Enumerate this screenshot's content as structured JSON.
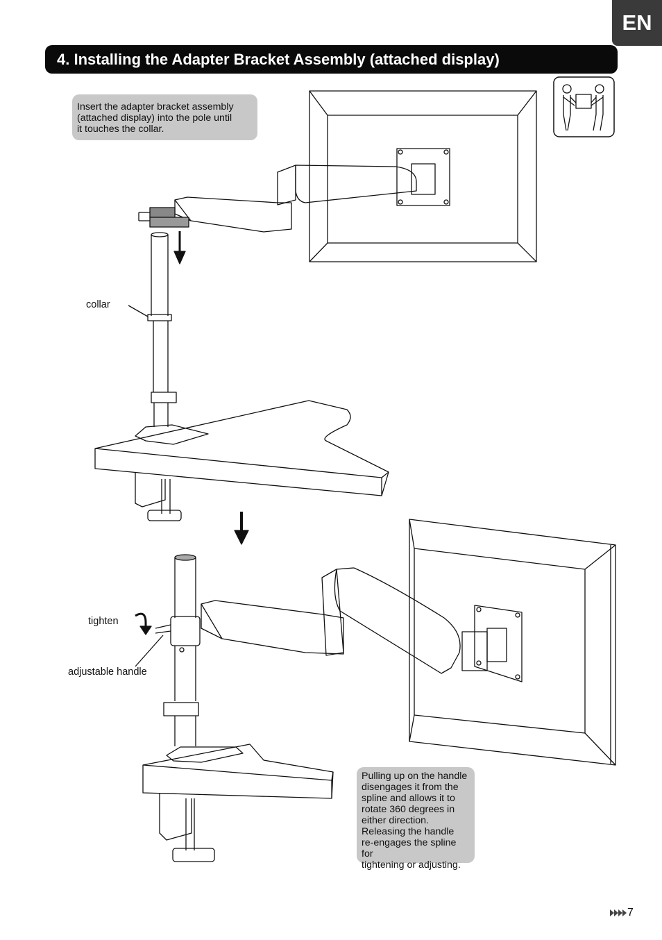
{
  "lang_tab": "EN",
  "title": "4. Installing the Adapter Bracket Assembly (attached display)",
  "note_top": "Insert the adapter bracket assembly\n(attached display) into the pole until\nit touches the collar.",
  "note_bottom": "Pulling up on the handle\ndisengages it from the\nspline and allows it to\nrotate 360 degrees in\neither direction.\nReleasing the handle\nre-engages the spline for\ntightening or adjusting.",
  "labels": {
    "collar": "collar",
    "tighten": "tighten",
    "adjustable_handle": "adjustable handle"
  },
  "page_number": "7",
  "icons": [
    "two-person-lift-icon",
    "down-arrow-icon",
    "rotate-arrow-icon",
    "page-arrows-icon"
  ],
  "colors": {
    "title_bg": "#0a0a0a",
    "note_bg": "#c8c8c8",
    "tab_bg": "#3a3a3a"
  }
}
